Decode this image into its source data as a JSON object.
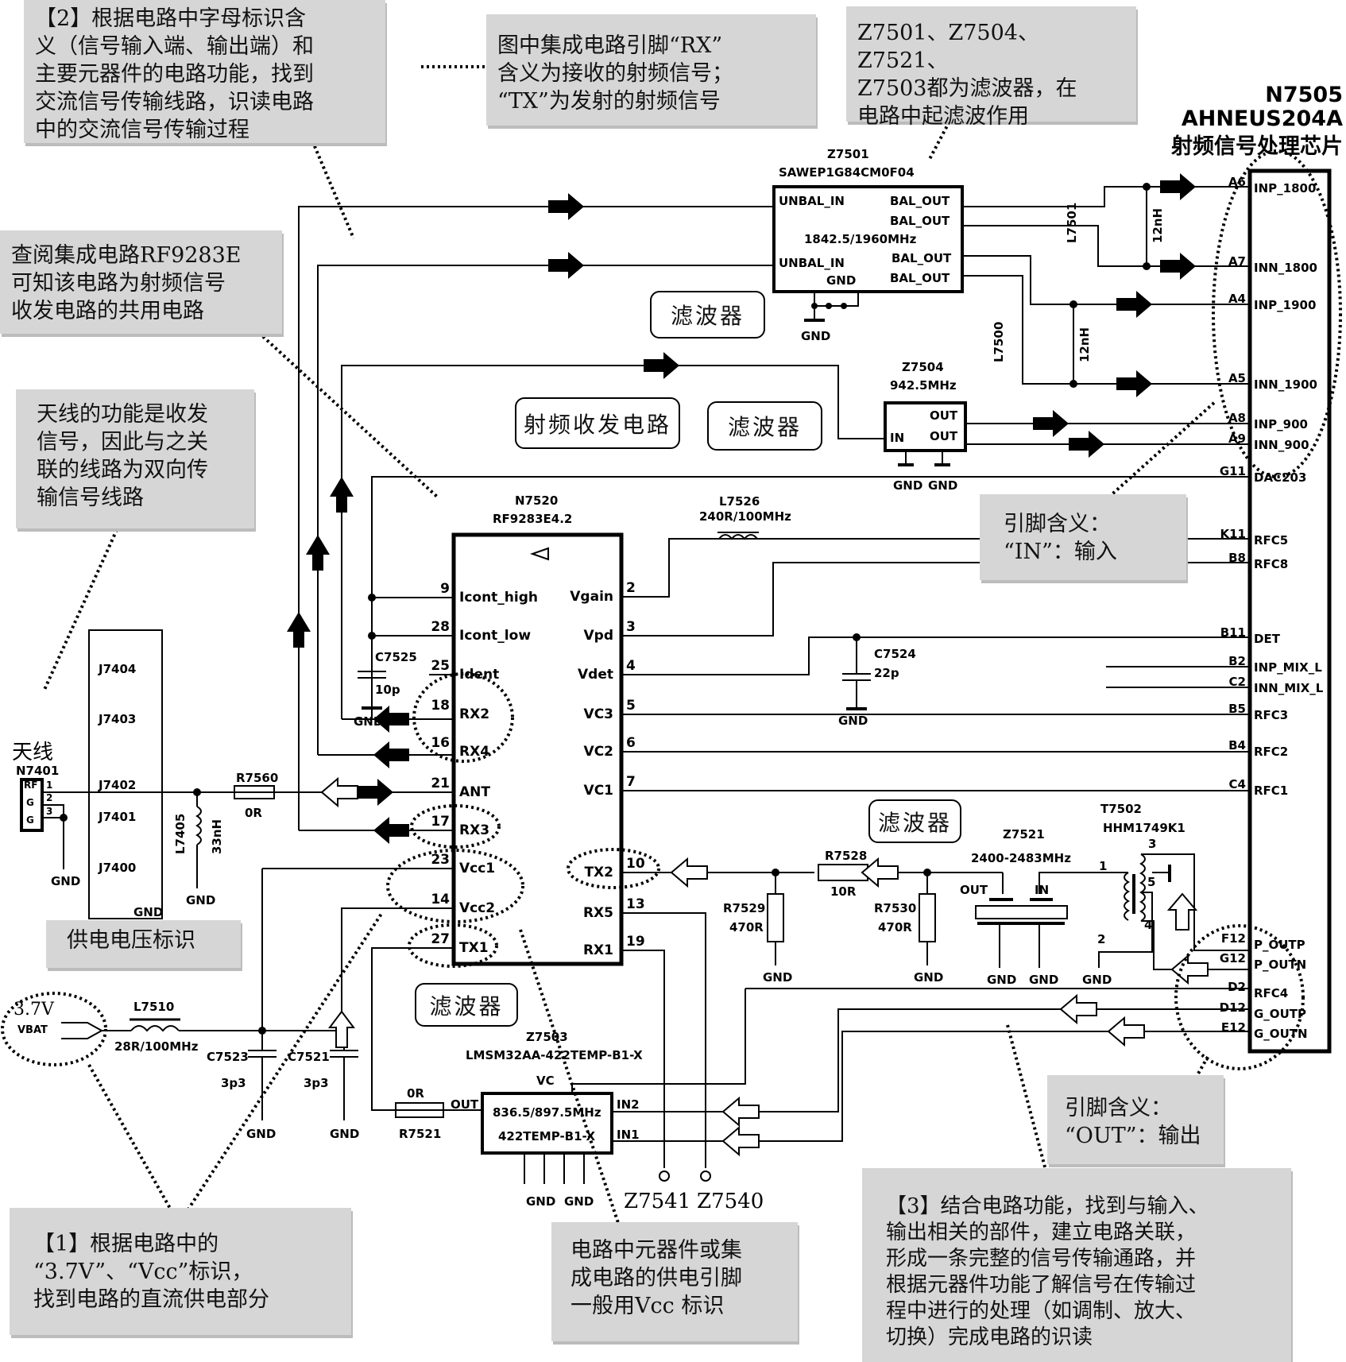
{
  "notes": {
    "step2": "【2】根据电路中字母标识含\n义（信号输入端、输出端）和\n主要元器件的电路功能，找到\n交流信号传输线路，识读电路\n中的交流信号传输过程",
    "rx_tx": "图中集成电路引脚“RX”\n含义为接收的射频信号；\n“TX”为发射的射频信号",
    "filters": "Z7501、Z7504、Z7521、\nZ7503都为滤波器，在\n电路中起滤波作用",
    "rf9283": "查阅集成电路RF9283E\n可知该电路为射频信号\n收发电路的共用电路",
    "antenna": "天线的功能是收发\n信号，因此与之关\n联的线路为双向传\n输信号线路",
    "pin_in": "引脚含义：\n“IN”：输入",
    "supply_mark": "供电电压标识",
    "pin_out": "引脚含义：\n“OUT”：输出",
    "step1": "【1】根据电路中的\n“3.7V”、“Vcc”标识，\n找到电路的直流供电部分",
    "vcc_note": "电路中元器件或集\n成电路的供电引脚\n一般用Vcc 标识",
    "step3": "【3】结合电路功能，找到与输入、\n输出相关的部件，建立电路关联，\n形成一条完整的信号传输通路，并\n根据元器件功能了解信号在传输过\n程中进行的处理（如调制、放大、\n切换）完成电路的识读"
  },
  "bubbles": {
    "filter1": "滤波器",
    "filter2": "滤波器",
    "filter3": "滤波器",
    "filter4": "滤波器",
    "transceiver": "射频收发电路"
  },
  "n7505": {
    "ref": "N7505",
    "part": "AHNEUS204A",
    "desc": "射频信号处理芯片",
    "pins": [
      {
        "ball": "A6",
        "name": "INP_1800"
      },
      {
        "ball": "A7",
        "name": "INN_1800"
      },
      {
        "ball": "A4",
        "name": "INP_1900"
      },
      {
        "ball": "A5",
        "name": "INN_1900"
      },
      {
        "ball": "A8",
        "name": "INP_900"
      },
      {
        "ball": "A9",
        "name": "INN_900"
      },
      {
        "ball": "G11",
        "name": "DAC203"
      },
      {
        "ball": "K11",
        "name": "RFC5"
      },
      {
        "ball": "B8",
        "name": "RFC8"
      },
      {
        "ball": "B11",
        "name": "DET"
      },
      {
        "ball": "B2",
        "name": "INP_MIX_L"
      },
      {
        "ball": "C2",
        "name": "INN_MIX_L"
      },
      {
        "ball": "B5",
        "name": "RFC3"
      },
      {
        "ball": "B4",
        "name": "RFC2"
      },
      {
        "ball": "C4",
        "name": "RFC1"
      },
      {
        "ball": "F12",
        "name": "P_OUTP"
      },
      {
        "ball": "G12",
        "name": "P_OUTN"
      },
      {
        "ball": "D2",
        "name": "RFC4"
      },
      {
        "ball": "D12",
        "name": "G_OUTP"
      },
      {
        "ball": "E12",
        "name": "G_OUTN"
      }
    ]
  },
  "n7520": {
    "ref": "N7520",
    "part": "RF9283E4.2",
    "left_pins": [
      {
        "num": "9",
        "name": "Icont_high"
      },
      {
        "num": "28",
        "name": "Icont_low"
      },
      {
        "num": "25",
        "name": "Ident"
      },
      {
        "num": "18",
        "name": "RX2"
      },
      {
        "num": "16",
        "name": "RX4"
      },
      {
        "num": "21",
        "name": "ANT"
      },
      {
        "num": "17",
        "name": "RX3"
      },
      {
        "num": "23",
        "name": "Vcc1"
      },
      {
        "num": "14",
        "name": "Vcc2"
      },
      {
        "num": "27",
        "name": "TX1"
      }
    ],
    "right_pins": [
      {
        "num": "2",
        "name": "Vgain"
      },
      {
        "num": "3",
        "name": "Vpd"
      },
      {
        "num": "4",
        "name": "Vdet"
      },
      {
        "num": "5",
        "name": "VC3"
      },
      {
        "num": "6",
        "name": "VC2"
      },
      {
        "num": "7",
        "name": "VC1"
      },
      {
        "num": "10",
        "name": "TX2"
      },
      {
        "num": "13",
        "name": "RX5"
      },
      {
        "num": "19",
        "name": "RX1"
      }
    ]
  },
  "z7501": {
    "ref": "Z7501",
    "part": "SAWEP1G84CM0F04",
    "freq": "1842.5/1960MHz",
    "pins": [
      "UNBAL_IN",
      "UNBAL_IN",
      "GND",
      "BAL_OUT",
      "BAL_OUT",
      "BAL_OUT",
      "BAL_OUT"
    ],
    "gnd": "GND"
  },
  "z7504": {
    "ref": "Z7504",
    "freq": "942.5MHz",
    "in": "IN",
    "out1": "OUT",
    "out2": "OUT",
    "gnd1": "GND",
    "gnd2": "GND"
  },
  "z7521": {
    "ref": "Z7521",
    "freq": "2400-2483MHz",
    "out": "OUT",
    "in": "IN",
    "gnd1": "GND",
    "gnd2": "GND"
  },
  "z7503": {
    "ref": "Z7503",
    "part": "LMSM32AA-422TEMP-B1-X",
    "freq": "836.5/897.5MHz",
    "model": "422TEMP-B1-X",
    "vc": "VC",
    "out": "OUT",
    "in2": "IN2",
    "in1": "IN1",
    "gnd1": "GND",
    "gnd2": "GND"
  },
  "t7502": {
    "ref": "T7502",
    "part": "HHM1749K1",
    "pins": [
      "1",
      "2",
      "3",
      "4",
      "5"
    ],
    "gnd": "GND"
  },
  "antenna": {
    "label": "天线",
    "ref": "N7401",
    "pins": [
      "RF",
      "G",
      "G"
    ],
    "nums": [
      "1",
      "2",
      "3"
    ],
    "gnd": "GND"
  },
  "switches": [
    "J7404",
    "J7403",
    "J7402",
    "J7401",
    "J7400"
  ],
  "components": {
    "r7560": {
      "ref": "R7560",
      "val": "0R"
    },
    "l7405": {
      "ref": "L7405",
      "val": "33nH"
    },
    "l7501": {
      "ref": "L7501",
      "val": "12nH"
    },
    "l7500": {
      "ref": "L7500",
      "val": "12nH"
    },
    "l7526": {
      "ref": "L7526",
      "val": "240R/100MHz"
    },
    "c7525": {
      "ref": "C7525",
      "val": "10p"
    },
    "c7524": {
      "ref": "C7524",
      "val": "22p"
    },
    "r7528": {
      "ref": "R7528",
      "val": "10R"
    },
    "r7529": {
      "ref": "R7529",
      "val": "470R"
    },
    "r7530": {
      "ref": "R7530",
      "val": "470R"
    },
    "l7510": {
      "ref": "L7510",
      "val": "28R/100MHz"
    },
    "c7523": {
      "ref": "C7523",
      "val": "3p3"
    },
    "c7521": {
      "ref": "C7521",
      "val": "3p3"
    },
    "r7521": {
      "ref": "R7521",
      "val": "0R"
    }
  },
  "supply": {
    "voltage": "3.7V",
    "net": "VBAT"
  },
  "test_points": [
    "Z7541",
    "Z7540"
  ],
  "gnd": "GND"
}
